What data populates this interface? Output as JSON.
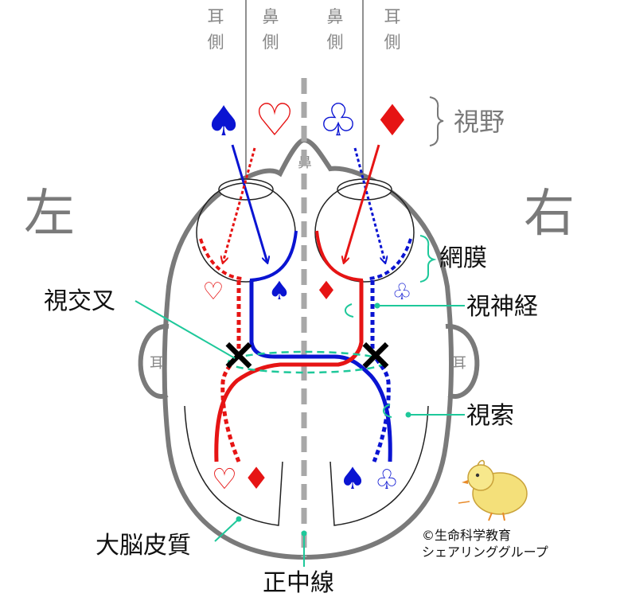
{
  "columns": [
    {
      "id": "ear-left",
      "chars": [
        "耳",
        "側"
      ]
    },
    {
      "id": "nose-left",
      "chars": [
        "鼻",
        "側"
      ]
    },
    {
      "id": "nose-right",
      "chars": [
        "鼻",
        "側"
      ]
    },
    {
      "id": "ear-right",
      "chars": [
        "耳",
        "側"
      ]
    }
  ],
  "labels": {
    "visual_field": "視野",
    "left": "左",
    "right": "右",
    "retina": "網膜",
    "optic_chiasm": "視交叉",
    "optic_nerve": "視神経",
    "optic_tract": "視索",
    "cerebral_cortex": "大脳皮質",
    "midline": "正中線",
    "nose": "鼻",
    "ear": "耳"
  },
  "copyright": {
    "line1": "©生命科学教育",
    "line2": "シェアリンググループ"
  },
  "colors": {
    "blue": "#0a14d2",
    "red": "#e61414",
    "teal": "#1ec89a",
    "grey": "#7a7a7a",
    "midline": "#a8a8a8"
  },
  "symbols": {
    "spade": "♠",
    "heart": "♡",
    "club": "♧",
    "diamond": "♦",
    "cross": "×"
  }
}
